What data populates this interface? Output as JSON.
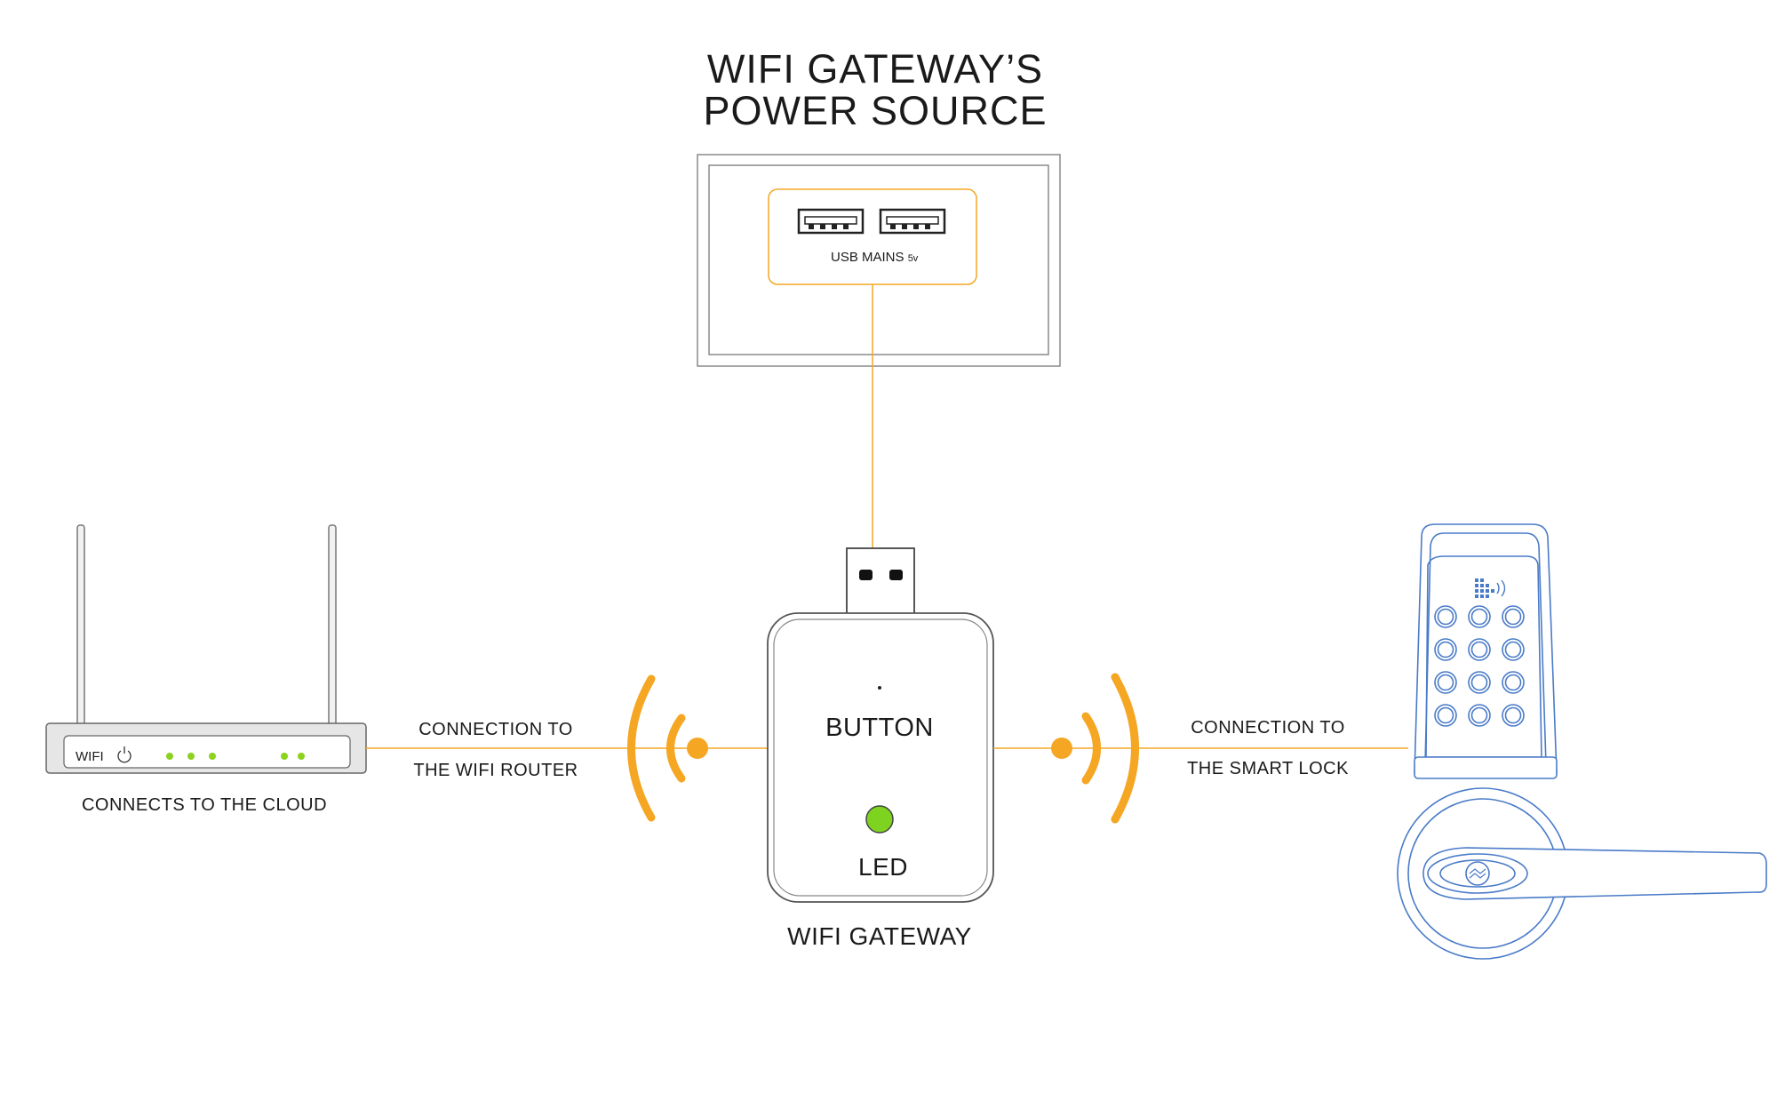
{
  "title": {
    "line1": "WIFI GATEWAY’S",
    "line2": "POWER SOURCE"
  },
  "power_source": {
    "label": "USB MAINS",
    "voltage": "5v"
  },
  "router": {
    "badge": "WIFI",
    "caption": "CONNECTS TO THE CLOUD",
    "led_color": "#8cd21e"
  },
  "left_link": {
    "line1": "CONNECTION TO",
    "line2": "THE WIFI ROUTER"
  },
  "gateway": {
    "button_label": "BUTTON",
    "led_label": "LED",
    "caption": "WIFI  GATEWAY",
    "led_color": "#7ed321"
  },
  "right_link": {
    "line1": "CONNECTION TO",
    "line2": "THE SMART LOCK"
  },
  "colors": {
    "signal": "#f5a623",
    "lock_outline": "#4a7bc8",
    "frame_outline": "#9b9b9b"
  }
}
